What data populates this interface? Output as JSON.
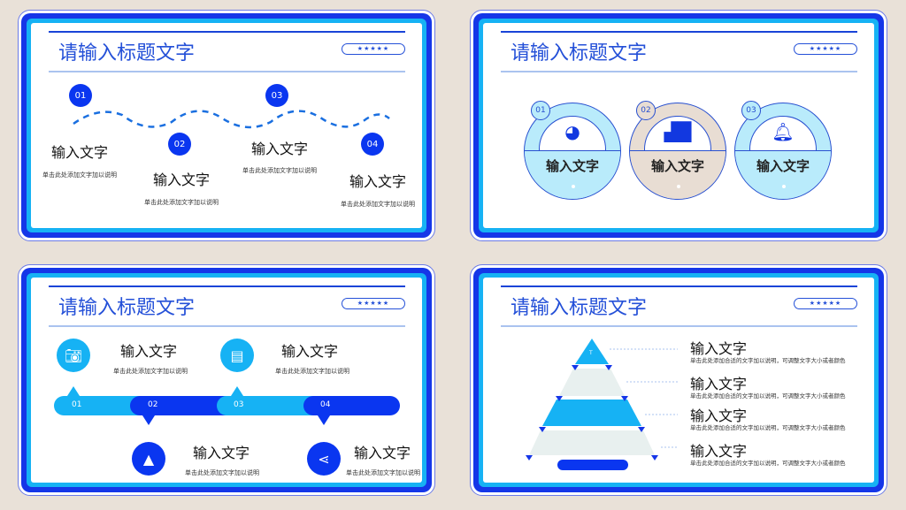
{
  "slides": [
    {
      "title": "请输入标题文字",
      "stars": "★★★★★",
      "steps": [
        {
          "num": "01",
          "heading": "输入文字",
          "desc": "单击此处添加文字加以说明"
        },
        {
          "num": "02",
          "heading": "输入文字",
          "desc": "单击此处添加文字加以说明"
        },
        {
          "num": "03",
          "heading": "输入文字",
          "desc": "单击此处添加文字加以说明"
        },
        {
          "num": "04",
          "heading": "输入文字",
          "desc": "单击此处添加文字加以说明"
        }
      ]
    },
    {
      "title": "请输入标题文字",
      "stars": "★★★★★",
      "cards": [
        {
          "num": "01",
          "heading": "输入文字",
          "icon": "pie-chart-icon",
          "fill": "#b9ebfb"
        },
        {
          "num": "02",
          "heading": "输入文字",
          "icon": "building-icon",
          "fill": "#e8ddd3"
        },
        {
          "num": "03",
          "heading": "输入文字",
          "icon": "bell-icon",
          "fill": "#b9ebfb"
        }
      ]
    },
    {
      "title": "请输入标题文字",
      "stars": "★★★★★",
      "items": [
        {
          "num": "01",
          "heading": "输入文字",
          "desc": "单击此处添加文字加以说明",
          "icon": "camera-icon"
        },
        {
          "num": "02",
          "heading": "输入文字",
          "desc": "单击此处添加文字加以说明",
          "icon": "image-icon"
        },
        {
          "num": "03",
          "heading": "输入文字",
          "desc": "单击此处添加文字加以说明",
          "icon": "browser-icon"
        },
        {
          "num": "04",
          "heading": "输入文字",
          "desc": "单击此处添加文字加以说明",
          "icon": "share-icon"
        }
      ]
    },
    {
      "title": "请输入标题文字",
      "stars": "★★★★★",
      "apex_label": "T",
      "layers": [
        {
          "heading": "输入文字",
          "desc": "单击此处添加合适的文字加以说明，可调整文字大小或者颜色"
        },
        {
          "heading": "输入文字",
          "desc": "单击此处添加合适的文字加以说明，可调整文字大小或者颜色"
        },
        {
          "heading": "输入文字",
          "desc": "单击此处添加合适的文字加以说明，可调整文字大小或者颜色"
        },
        {
          "heading": "输入文字",
          "desc": "单击此处添加合适的文字加以说明，可调整文字大小或者颜色"
        }
      ]
    }
  ],
  "colors": {
    "blue": "#0a36f0",
    "cyan": "#16b2f4",
    "beige": "#e9e1d8",
    "gray": "#e8f0ef"
  }
}
